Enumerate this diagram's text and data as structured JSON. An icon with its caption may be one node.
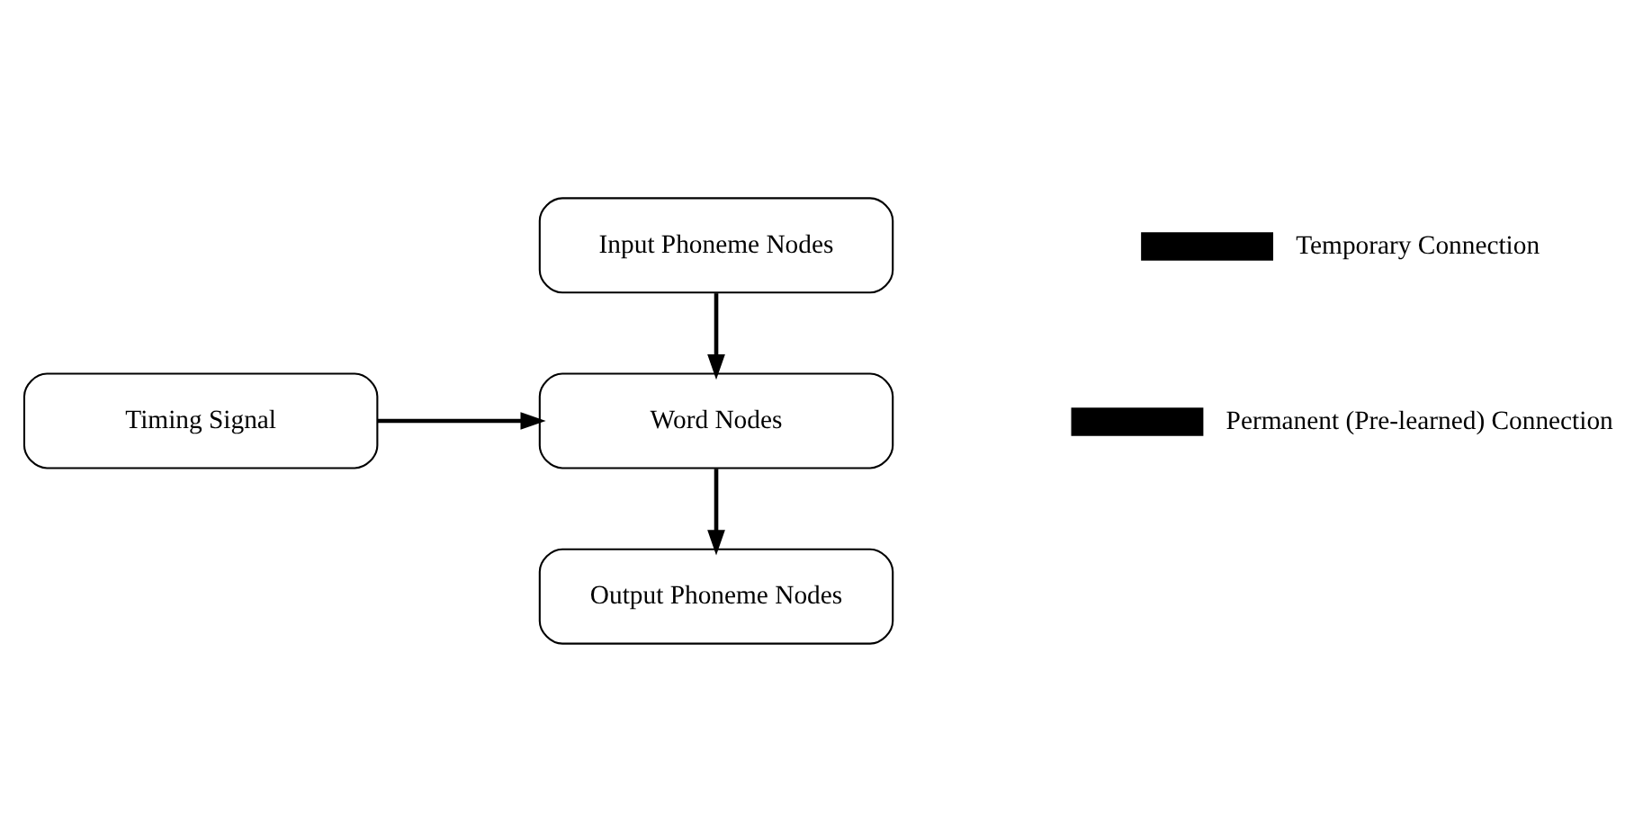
{
  "diagram": {
    "nodes": [
      {
        "text": [
          "Input Phoneme Nodes"
        ]
      },
      {
        "text": [
          "Word Nodes"
        ]
      },
      {
        "text": [
          "Timing Signal"
        ]
      },
      {
        "text": [
          "Output Phoneme Nodes"
        ]
      }
    ],
    "edges": [
      {
        "from": 0,
        "to": 1,
        "arrow": "to"
      },
      {
        "from": 2,
        "to": 1,
        "arrow": "to"
      },
      {
        "from": 1,
        "to": 3,
        "arrow": "to"
      }
    ],
    "legend": [
      {
        "text": "Temporary Connection"
      },
      {
        "text": "Permanent (Pre-learned) Connection"
      }
    ]
  }
}
